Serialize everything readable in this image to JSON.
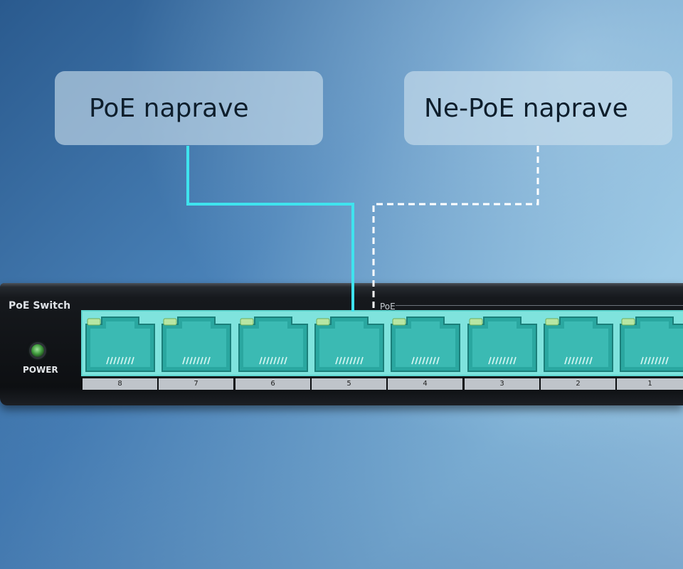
{
  "labels": {
    "poe_devices": "PoE naprave",
    "non_poe_devices": "Ne-PoE naprave"
  },
  "switch": {
    "brand": "PoE Switch",
    "poe_marker": "PoE",
    "power_label": "POWER",
    "ports": [
      "8",
      "7",
      "6",
      "5",
      "4",
      "3",
      "2",
      "1"
    ]
  },
  "colors": {
    "poe_wire": "#3fe3ee",
    "non_poe_wire": "#ffffff",
    "port_highlight": "#7fe3dd"
  },
  "icons": {
    "power_led": "power-led-icon",
    "port": "rj45-port-icon"
  }
}
